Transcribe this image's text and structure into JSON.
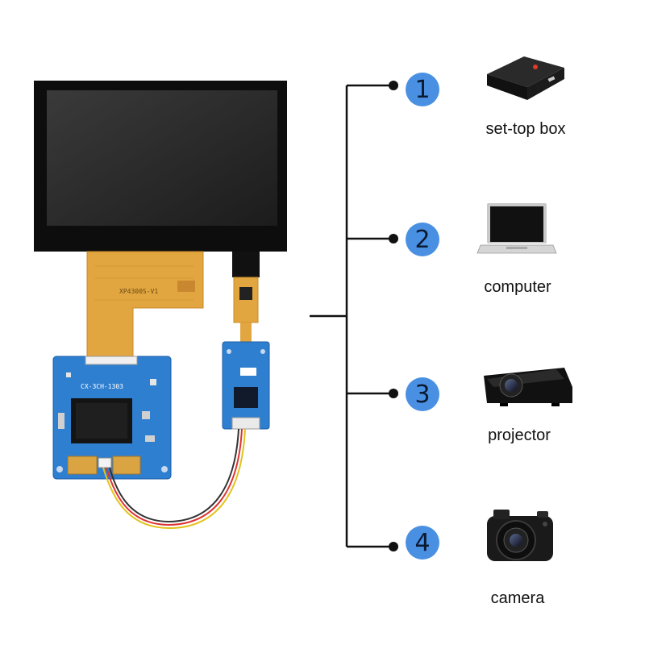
{
  "colors": {
    "badge": "#4a90e2",
    "line": "#111111",
    "pcb": "#2f7fd0",
    "flex": "#e2a640",
    "screen": "#2a2a2a"
  },
  "screen_silkscreen": "XP4300S-V1",
  "board_silkscreen": "CX-3CH-1303",
  "outputs": [
    {
      "number": "1",
      "label": "set-top box",
      "icon": "set-top-box-icon"
    },
    {
      "number": "2",
      "label": "computer",
      "icon": "laptop-icon"
    },
    {
      "number": "3",
      "label": "projector",
      "icon": "projector-icon"
    },
    {
      "number": "4",
      "label": "camera",
      "icon": "camera-icon"
    }
  ]
}
